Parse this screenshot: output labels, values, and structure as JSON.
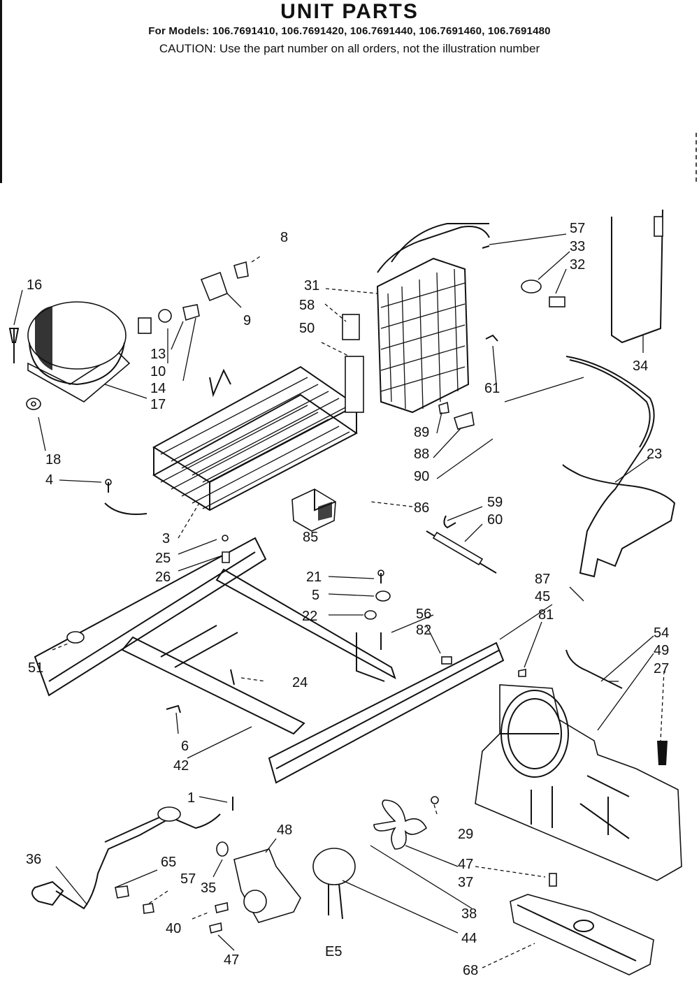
{
  "header": {
    "title": "UNIT PARTS",
    "models": "For Models: 106.7691410, 106.7691420, 106.7691440, 106.7691460, 106.7691480",
    "caution": "CAUTION: Use the part number on all orders, not the illustration number"
  },
  "labels": {
    "l1": "1",
    "l3": "3",
    "l4": "4",
    "l5": "5",
    "l6": "6",
    "l8": "8",
    "l9": "9",
    "l10": "10",
    "l13": "13",
    "l14": "14",
    "l16": "16",
    "l17": "17",
    "l18": "18",
    "l21": "21",
    "l22": "22",
    "l23": "23",
    "l24": "24",
    "l25": "25",
    "l26": "26",
    "l27": "27",
    "l29": "29",
    "l31": "31",
    "l32": "32",
    "l33": "33",
    "l34": "34",
    "l35": "35",
    "l36": "36",
    "l37": "37",
    "l38": "38",
    "l40": "40",
    "l42": "42",
    "l44": "44",
    "l45": "45",
    "l47a": "47",
    "l47b": "47",
    "l48": "48",
    "l49": "49",
    "l50": "50",
    "l51": "51",
    "l54": "54",
    "l56": "56",
    "l57a": "57",
    "l57b": "57",
    "l58": "58",
    "l59": "59",
    "l60": "60",
    "l61": "61",
    "l65": "65",
    "l68": "68",
    "l81": "81",
    "l82": "82",
    "l85": "85",
    "l86": "86",
    "l87": "87",
    "l88": "88",
    "l89": "89",
    "l90": "90",
    "code": "E5"
  }
}
